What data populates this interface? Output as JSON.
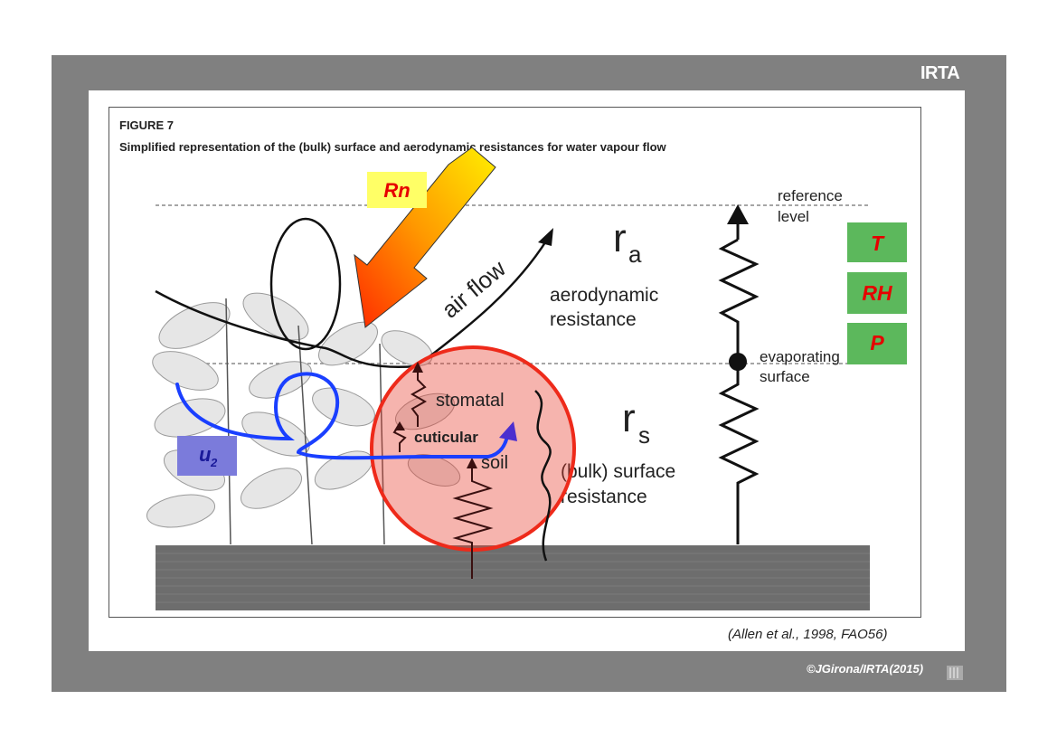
{
  "header": {
    "logo": "IRTA"
  },
  "figure": {
    "number": "FIGURE 7",
    "title": "Simplified representation of the (bulk) surface and aerodynamic resistances for water vapour flow"
  },
  "labels": {
    "reference_level_1": "reference",
    "reference_level_2": "level",
    "ra_main": "r",
    "ra_sub": "a",
    "aero_1": "aerodynamic",
    "aero_2": "resistance",
    "evap_1": "evaporating",
    "evap_2": "surface",
    "rs_main": "r",
    "rs_sub": "s",
    "surf_1": "(bulk) surface",
    "surf_2": "resistance",
    "stomatal": "stomatal",
    "cuticular": "cuticular",
    "soil": "soil",
    "air_flow": "air flow"
  },
  "badges": {
    "rn": "Rn",
    "t": "T",
    "rh": "RH",
    "p": "P",
    "u2_main": "u",
    "u2_sub": "2"
  },
  "footer": {
    "citation": "(Allen et al., 1998, FAO56)",
    "copyright": "©JGirona/IRTA(2015)"
  },
  "colors": {
    "slide_bg": "#808080",
    "badge_yellow": "#ffff66",
    "badge_green": "#5cb85c",
    "badge_blue": "#7b7bdb",
    "highlight_red": "#e83a2a",
    "flow_blue": "#1a3fff"
  }
}
